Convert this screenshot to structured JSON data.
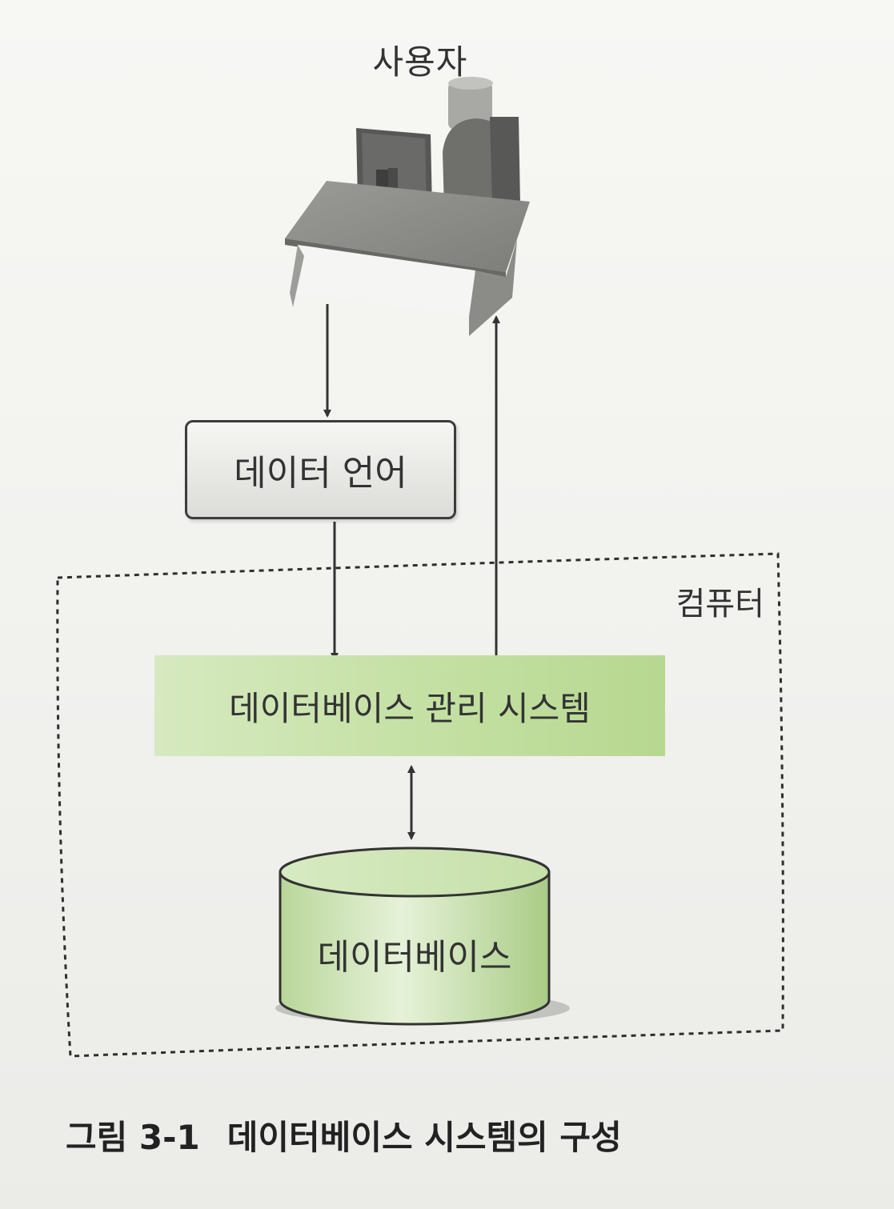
{
  "user_label": "사용자",
  "data_language_label": "데이터 언어",
  "computer_label": "컴퓨터",
  "dbms_label": "데이터베이스 관리 시스템",
  "database_label": "데이터베이스",
  "caption": {
    "number": "그림 3-1",
    "title": "데이터베이스 시스템의 구성"
  },
  "colors": {
    "dbms_fill": "#c5e1a5",
    "database_fill": "#c8e2ad",
    "box_fill": "#e6e6e2",
    "line": "#333333"
  },
  "icons": {
    "user": "desk-with-computer-icon"
  }
}
